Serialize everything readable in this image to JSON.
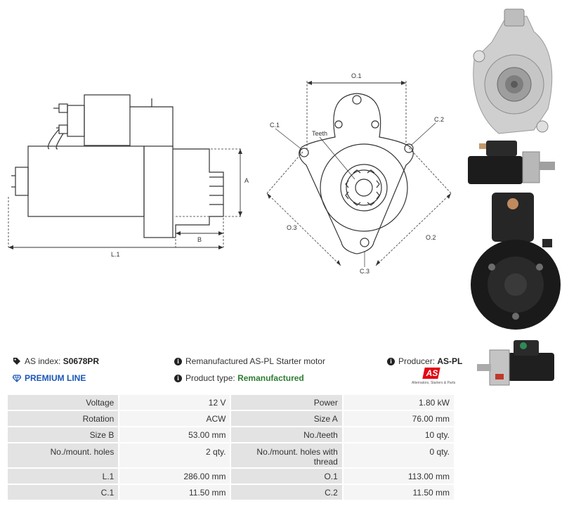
{
  "drawing": {
    "labels": {
      "a": "A",
      "b": "B",
      "l1": "L.1",
      "o1": "O.1",
      "o2": "O.2",
      "o3": "O.3",
      "c1": "C.1",
      "c2": "C.2",
      "c3": "C.3",
      "teeth": "Teeth"
    }
  },
  "header": {
    "as_index_label": "AS index:",
    "as_index_value": "S0678PR",
    "premium": "PREMIUM LINE",
    "description": "Remanufactured AS-PL Starter motor",
    "product_type_label": "Product type:",
    "product_type_value": "Remanufactured",
    "producer_label": "Producer:",
    "producer_value": "AS-PL"
  },
  "logo": {
    "mark": "AS",
    "tagline": "Alternators, Starters & Parts"
  },
  "specs": [
    [
      "Voltage",
      "12 V",
      "Power",
      "1.80 kW"
    ],
    [
      "Rotation",
      "ACW",
      "Size A",
      "76.00 mm"
    ],
    [
      "Size B",
      "53.00 mm",
      "No./teeth",
      "10 qty."
    ],
    [
      "No./mount. holes",
      "2 qty.",
      "No./mount. holes with thread",
      "0 qty."
    ],
    [
      "L.1",
      "286.00 mm",
      "O.1",
      "113.00 mm"
    ],
    [
      "C.1",
      "11.50 mm",
      "C.2",
      "11.50 mm"
    ]
  ],
  "colors": {
    "premium": "#1a56b8",
    "product_type": "#2e7d32",
    "logo_red": "#e30613"
  }
}
